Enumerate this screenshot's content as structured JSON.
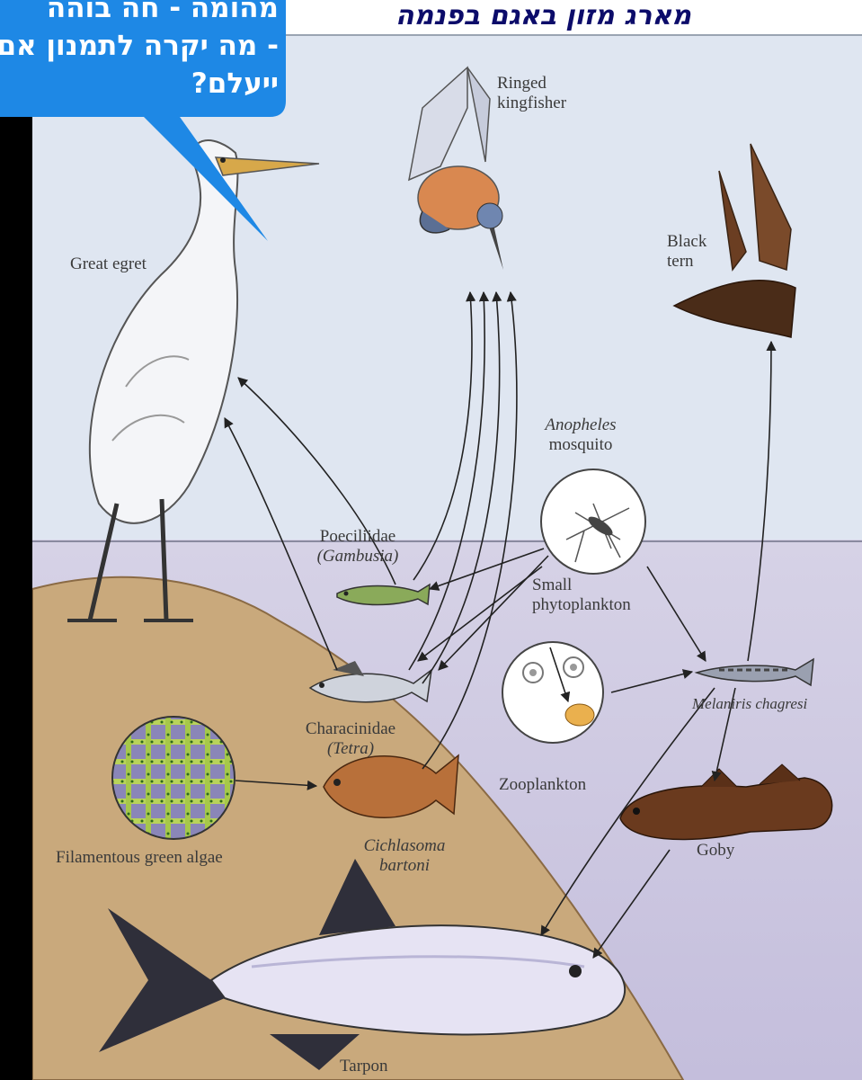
{
  "title": "מארג מזון באגם בפנמה",
  "callout": {
    "lines": [
      "מהומה - חה בוהה",
      "- מה יקרה לתמנון אם",
      "ייעלם?"
    ]
  },
  "labels": {
    "ringed_kingfisher": [
      "Ringed",
      "kingfisher"
    ],
    "great_egret": "Great egret",
    "black_tern": [
      "Black",
      "tern"
    ],
    "anopheles": [
      "Anopheles",
      "mosquito"
    ],
    "poeciliidae": [
      "Poeciliidae",
      "(Gambusia)"
    ],
    "small_phyto": [
      "Small",
      "phytoplankton"
    ],
    "characinidae": [
      "Characinidae",
      "(Tetra)"
    ],
    "melaniris": "Melaniris chagresi",
    "zooplankton": "Zooplankton",
    "filamentous": "Filamentous green algae",
    "cichlasoma": [
      "Cichlasoma",
      "bartoni"
    ],
    "goby": "Goby",
    "tarpon": "Tarpon"
  },
  "colors": {
    "sky": "#dfe6f1",
    "water": "#c8c3dd",
    "shore": "#c9a97c",
    "callout": "#1e88e5"
  }
}
